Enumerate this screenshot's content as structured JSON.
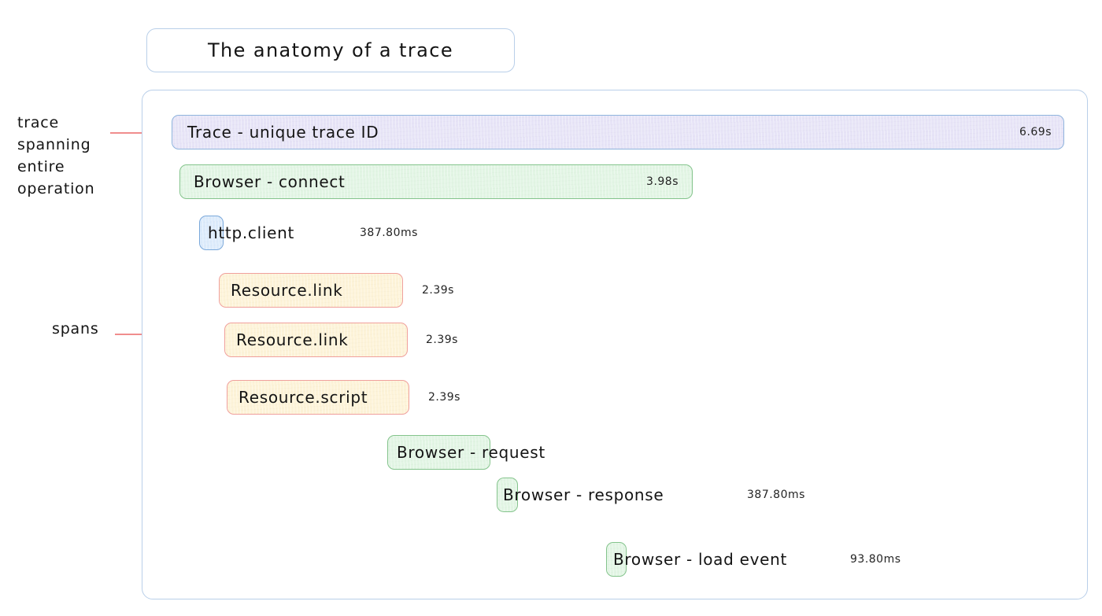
{
  "title": {
    "text": "The anatomy of a trace"
  },
  "annotations": {
    "trace": "trace\nspanning\nentire\noperation",
    "spans": "spans"
  },
  "colors": {
    "container_border": "#b9cfe9",
    "trace_fill": "#e7e4f7",
    "trace_border": "#8fb4dd",
    "browser_fill": "#e2f5e4",
    "browser_border": "#84c48c",
    "http_fill": "#dcebfb",
    "http_border": "#7aa8da",
    "resource_fill": "#fdf3d8",
    "resource_border": "#f0a09c",
    "annotation_leader": "#f08d8d"
  },
  "spans": [
    {
      "label": "Trace - unique trace ID",
      "duration": "6.69s",
      "kind": "trace",
      "duration_inside": true
    },
    {
      "label": "Browser - connect",
      "duration": "3.98s",
      "kind": "browser",
      "duration_inside": true
    },
    {
      "label": "http.client",
      "duration": "387.80ms",
      "kind": "http",
      "duration_inside": false
    },
    {
      "label": "Resource.link",
      "duration": "2.39s",
      "kind": "resource",
      "duration_inside": false
    },
    {
      "label": "Resource.link",
      "duration": "2.39s",
      "kind": "resource",
      "duration_inside": false
    },
    {
      "label": "Resource.script",
      "duration": "2.39s",
      "kind": "resource",
      "duration_inside": false
    },
    {
      "label": "Browser - request",
      "duration": "",
      "kind": "browser",
      "duration_inside": false
    },
    {
      "label": "Browser - response",
      "duration": "387.80ms",
      "kind": "browser",
      "duration_inside": false
    },
    {
      "label": "Browser - load event",
      "duration": "93.80ms",
      "kind": "browser",
      "duration_inside": false
    }
  ]
}
